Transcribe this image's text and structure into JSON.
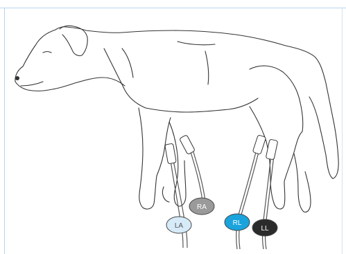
{
  "diagram": {
    "subject": "dog-lying-on-side",
    "electrodes": [
      {
        "id": "la",
        "label": "LA",
        "color": "#d6eaf8",
        "text_color": "#555555"
      },
      {
        "id": "ra",
        "label": "RA",
        "color": "#9a9a9a",
        "text_color": "#ffffff"
      },
      {
        "id": "rl",
        "label": "RL",
        "color": "#1aa3dd",
        "text_color": "#ffffff"
      },
      {
        "id": "ll",
        "label": "LL",
        "color": "#2b2b2b",
        "text_color": "#ffffff"
      }
    ]
  }
}
